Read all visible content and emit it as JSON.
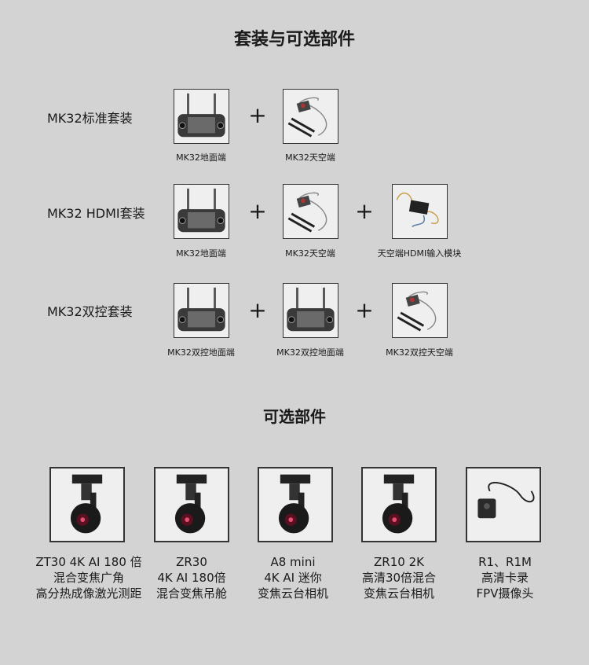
{
  "title": "套装与可选部件",
  "kits": [
    {
      "name": "MK32标准套装",
      "items": [
        {
          "label": "MK32地面端",
          "icon": "controller"
        },
        {
          "label": "MK32天空端",
          "icon": "air-unit"
        }
      ]
    },
    {
      "name": "MK32 HDMI套装",
      "items": [
        {
          "label": "MK32地面端",
          "icon": "controller"
        },
        {
          "label": "MK32天空端",
          "icon": "air-unit"
        },
        {
          "label": "天空端HDMI输入模块",
          "icon": "hdmi-module"
        }
      ]
    },
    {
      "name": "MK32双控套装",
      "items": [
        {
          "label": "MK32双控地面端",
          "icon": "controller"
        },
        {
          "label": "MK32双控地面端",
          "icon": "controller"
        },
        {
          "label": "MK32双控天空端",
          "icon": "air-unit"
        }
      ]
    }
  ],
  "plus": "+",
  "optional_title": "可选部件",
  "accessories": [
    {
      "lines": [
        "ZT30 4K AI 180 倍",
        "混合变焦广角",
        "高分热成像激光测距"
      ]
    },
    {
      "lines": [
        "ZR30",
        "4K AI 180倍",
        "混合变焦吊舱"
      ]
    },
    {
      "lines": [
        "A8 mini",
        "4K AI 迷你",
        "变焦云台相机"
      ]
    },
    {
      "lines": [
        "ZR10 2K",
        "高清30倍混合",
        "变焦云台相机"
      ]
    },
    {
      "lines": [
        "R1、R1M",
        "高清卡录",
        "FPV摄像头"
      ]
    }
  ]
}
